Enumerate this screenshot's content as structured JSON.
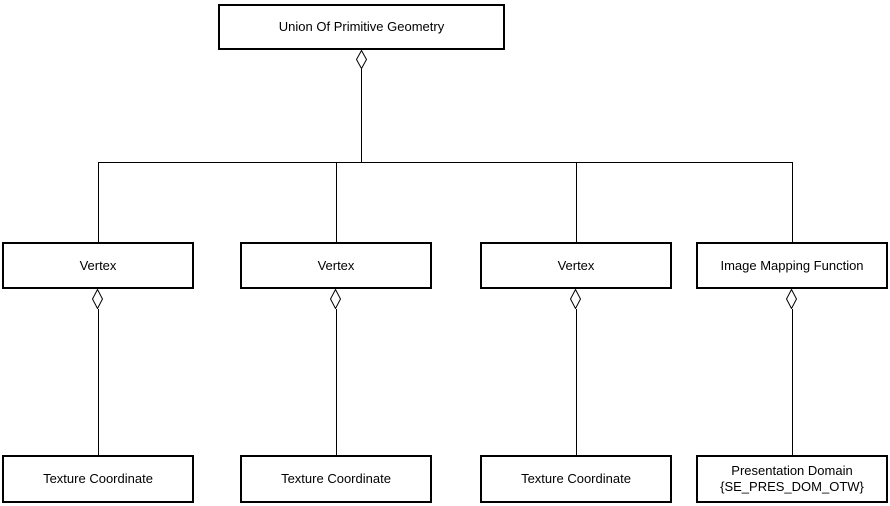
{
  "diagram": {
    "root": {
      "label": "Union Of Primitive Geometry"
    },
    "columns": [
      {
        "parent": "Vertex",
        "child_line1": "Texture Coordinate"
      },
      {
        "parent": "Vertex",
        "child_line1": "Texture Coordinate"
      },
      {
        "parent": "Vertex",
        "child_line1": "Texture Coordinate"
      },
      {
        "parent": "Image Mapping Function",
        "child_line1": "Presentation Domain",
        "child_line2": "{SE_PRES_DOM_OTW}"
      }
    ],
    "relationship": "aggregation",
    "colors": {
      "line": "#000000",
      "text": "#000000",
      "background": "#ffffff"
    }
  }
}
